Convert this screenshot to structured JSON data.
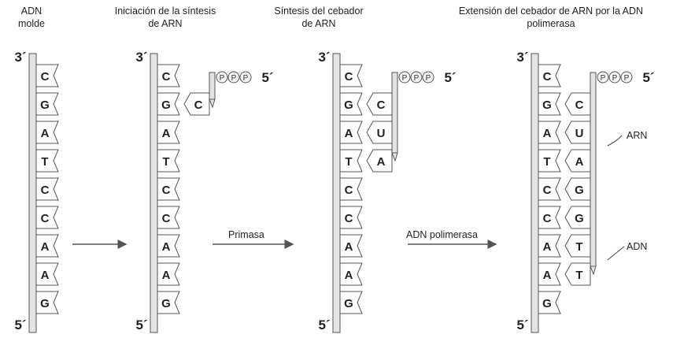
{
  "headers": [
    {
      "line1": "ADN",
      "line2": "molde"
    },
    {
      "line1": "Iniciación de la síntesis",
      "line2": "de ARN"
    },
    {
      "line1": "Síntesis del cebador",
      "line2": "de ARN"
    },
    {
      "line1": "Extensión del cebador de ARN por la ADN",
      "line2": "polimerasa"
    }
  ],
  "template_bases": [
    "C",
    "G",
    "A",
    "T",
    "C",
    "C",
    "A",
    "A",
    "G"
  ],
  "ends": {
    "three_prime": "3´",
    "five_prime": "5´"
  },
  "triphosphate": {
    "p": "P",
    "end": "5´"
  },
  "panel2_new": [
    "C"
  ],
  "panel3_new": [
    "C",
    "U",
    "A"
  ],
  "panel4_new": [
    "C",
    "U",
    "A",
    "G",
    "G",
    "T",
    "T"
  ],
  "arrows": {
    "step1": "",
    "step2": "Primasa",
    "step3": "ADN polimerasa"
  },
  "labels": {
    "arn": "ARN",
    "adn": "ADN"
  },
  "colors": {
    "strand": "#e4e4e4",
    "outline": "#555555",
    "ink": "#222222"
  }
}
